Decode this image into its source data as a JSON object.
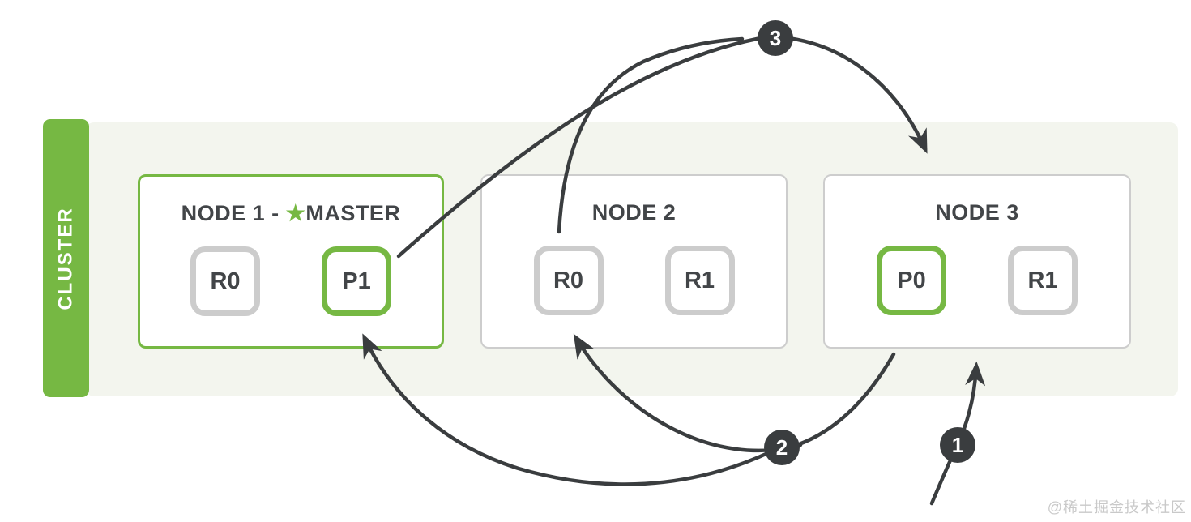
{
  "diagram": {
    "cluster_label": "CLUSTER",
    "watermark": "@稀土掘金技术社区"
  },
  "nodes": [
    {
      "title_prefix": "NODE 1 - ",
      "master_star": "★",
      "title_suffix": "MASTER",
      "shards": [
        {
          "label": "R0",
          "role": "replica"
        },
        {
          "label": "P1",
          "role": "primary"
        }
      ]
    },
    {
      "title": "NODE 2",
      "shards": [
        {
          "label": "R0",
          "role": "replica"
        },
        {
          "label": "R1",
          "role": "replica"
        }
      ]
    },
    {
      "title": "NODE 3",
      "shards": [
        {
          "label": "P0",
          "role": "primary"
        },
        {
          "label": "R1",
          "role": "replica"
        }
      ]
    }
  ],
  "steps": [
    {
      "label": "1"
    },
    {
      "label": "2"
    },
    {
      "label": "3"
    }
  ],
  "colors": {
    "accent_green": "#76b843",
    "arrow_dark": "#3a3d3f",
    "node_border_gray": "#cdcdcd",
    "shard_border_gray": "#cccccc",
    "panel_background": "#f3f5ee",
    "text_dark": "#424548",
    "watermark_gray": "#c9c9c9"
  }
}
